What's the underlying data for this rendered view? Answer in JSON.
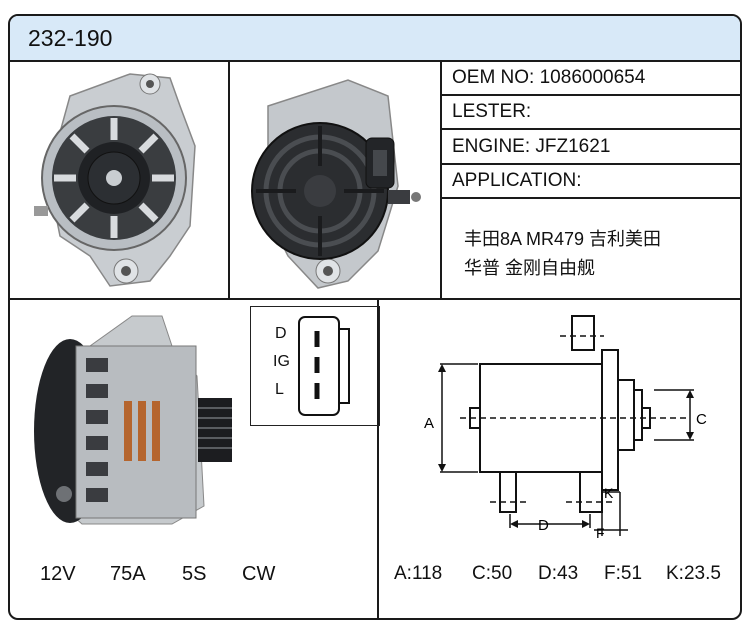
{
  "header": {
    "part_number": "232-190"
  },
  "info": {
    "oem": "OEM NO: 1086000654",
    "lester": "LESTER:",
    "engine": "ENGINE:  JFZ1621",
    "application": "APPLICATION:",
    "application_line1": "丰田8A MR479 吉利美田",
    "application_line2": "华普 金刚自由舰"
  },
  "connector": {
    "pins": [
      "D",
      "IG",
      "L"
    ]
  },
  "specs": {
    "voltage": "12V",
    "amperage": "75A",
    "grooves": "5S",
    "rotation": "CW"
  },
  "dimensions": {
    "labels": {
      "a": "A",
      "c": "C",
      "d": "D",
      "f": "F",
      "k": "K"
    },
    "values": {
      "a": "A:118",
      "c": "C:50",
      "d": "D:43",
      "f": "F:51",
      "k": "K:23.5"
    }
  }
}
